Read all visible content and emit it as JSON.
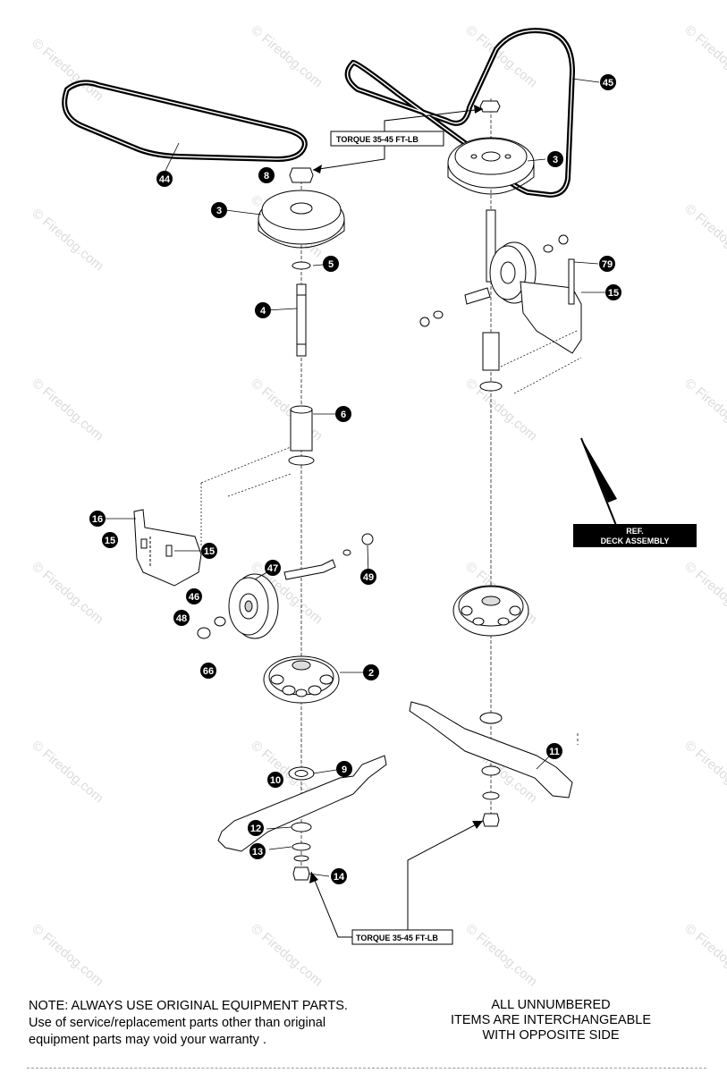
{
  "watermark": "© Firedog.com",
  "callouts": {
    "c44": "44",
    "c45": "45",
    "c8": "8",
    "c3a": "3",
    "c3b": "3",
    "c5": "5",
    "c4": "4",
    "c6": "6",
    "c79": "79",
    "c15a": "15",
    "c15b": "15",
    "c15c": "15",
    "c16": "16",
    "c46": "46",
    "c47": "47",
    "c48": "48",
    "c49": "49",
    "c66": "66",
    "c2": "2",
    "c9": "9",
    "c10": "10",
    "c11": "11",
    "c12": "12",
    "c13": "13",
    "c14": "14"
  },
  "torque_top": "TORQUE 35-45 FT-LB",
  "torque_bottom": "TORQUE 35-45 FT-LB",
  "ref_box": {
    "line1": "REF.",
    "line2": "DECK ASSEMBLY"
  },
  "note_left": {
    "line1": "NOTE: ALWAYS USE ORIGINAL EQUIPMENT PARTS.",
    "line2": "Use of service/replacement parts other than original",
    "line3": "equipment parts may void your warranty ."
  },
  "note_right": {
    "line1": "ALL UNNUMBERED",
    "line2": "ITEMS ARE INTERCHANGEABLE",
    "line3": "WITH OPPOSITE SIDE"
  }
}
